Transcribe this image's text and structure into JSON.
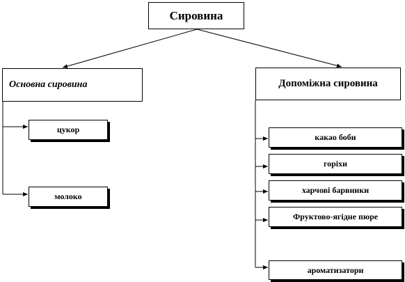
{
  "root": {
    "label": "Сировина"
  },
  "main_group": {
    "label": "Основна сировина",
    "items": [
      "цукор",
      "молоко"
    ]
  },
  "aux_group": {
    "label": "Допоміжна сировина",
    "items": [
      "какао боби",
      "горіхи",
      "харчові барвники",
      "Фруктово-ягідне пюре",
      "ароматизатори"
    ]
  }
}
